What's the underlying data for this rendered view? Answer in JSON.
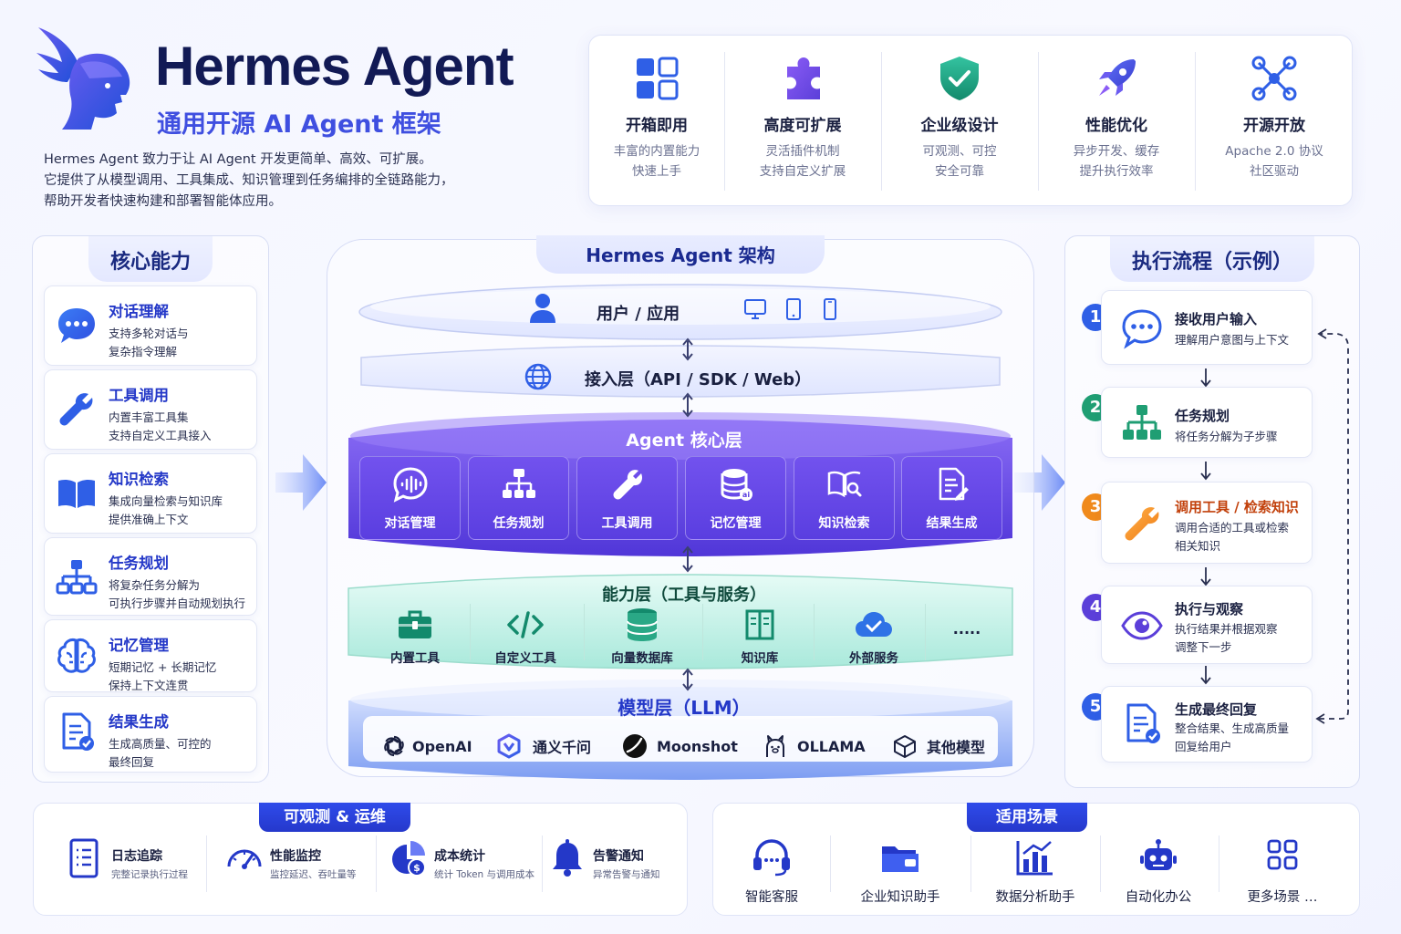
{
  "header": {
    "title": "Hermes Agent",
    "subtitle": "通用开源 AI Agent 框架",
    "intro": [
      "Hermes Agent 致力于让 AI Agent 开发更简单、高效、可扩展。",
      "它提供了从模型调用、工具集成、知识管理到任务编排的全链路能力，",
      "帮助开发者快速构建和部署智能体应用。"
    ]
  },
  "features": [
    {
      "icon": "grid-icon",
      "title": "开箱即用",
      "desc1": "丰富的内置能力",
      "desc2": "快速上手"
    },
    {
      "icon": "puzzle-icon",
      "title": "高度可扩展",
      "desc1": "灵活插件机制",
      "desc2": "支持自定义扩展"
    },
    {
      "icon": "shield-check-icon",
      "title": "企业级设计",
      "desc1": "可观测、可控",
      "desc2": "安全可靠"
    },
    {
      "icon": "rocket-icon",
      "title": "性能优化",
      "desc1": "异步开发、缓存",
      "desc2": "提升执行效率"
    },
    {
      "icon": "network-icon",
      "title": "开源开放",
      "desc1": "Apache 2.0 协议",
      "desc2": "社区驱动"
    }
  ],
  "core_capabilities": {
    "title": "核心能力",
    "items": [
      {
        "icon": "chat-bubble-icon",
        "title": "对话理解",
        "desc1": "支持多轮对话与",
        "desc2": "复杂指令理解"
      },
      {
        "icon": "wrench-icon",
        "title": "工具调用",
        "desc1": "内置丰富工具集",
        "desc2": "支持自定义工具接入"
      },
      {
        "icon": "book-icon",
        "title": "知识检索",
        "desc1": "集成向量检索与知识库",
        "desc2": "提供准确上下文"
      },
      {
        "icon": "hierarchy-icon",
        "title": "任务规划",
        "desc1": "将复杂任务分解为",
        "desc2": "可执行步骤并自动规划执行"
      },
      {
        "icon": "brain-icon",
        "title": "记忆管理",
        "desc1": "短期记忆 + 长期记忆",
        "desc2": "保持上下文连贯"
      },
      {
        "icon": "document-check-icon",
        "title": "结果生成",
        "desc1": "生成高质量、可控的",
        "desc2": "最终回复"
      }
    ]
  },
  "architecture": {
    "title": "Hermes Agent 架构",
    "user_layer": "用户 / 应用",
    "access_layer": "接入层（API / SDK / Web）",
    "core_layer": {
      "title": "Agent 核心层",
      "modules": [
        {
          "icon": "chat-wave-icon",
          "label": "对话管理"
        },
        {
          "icon": "hierarchy-icon",
          "label": "任务规划"
        },
        {
          "icon": "wrench-icon",
          "label": "工具调用"
        },
        {
          "icon": "database-icon",
          "label": "记忆管理"
        },
        {
          "icon": "book-search-icon",
          "label": "知识检索"
        },
        {
          "icon": "document-edit-icon",
          "label": "结果生成"
        }
      ]
    },
    "capability_layer": {
      "title": "能力层（工具与服务）",
      "items": [
        {
          "icon": "toolbox-icon",
          "label": "内置工具"
        },
        {
          "icon": "code-icon",
          "label": "自定义工具"
        },
        {
          "icon": "database-icon",
          "label": "向量数据库"
        },
        {
          "icon": "book-icon",
          "label": "知识库"
        },
        {
          "icon": "cloud-check-icon",
          "label": "外部服务"
        },
        {
          "icon": "ellipsis-icon",
          "label": "....."
        }
      ]
    },
    "model_layer": {
      "title": "模型层（LLM）",
      "models": [
        {
          "icon": "openai-logo-icon",
          "label": "OpenAI"
        },
        {
          "icon": "qwen-logo-icon",
          "label": "通义千问"
        },
        {
          "icon": "moonshot-logo-icon",
          "label": "Moonshot"
        },
        {
          "icon": "ollama-logo-icon",
          "label": "OLLAMA"
        },
        {
          "icon": "cube-icon",
          "label": "其他模型"
        }
      ]
    }
  },
  "execution_flow": {
    "title": "执行流程（示例）",
    "steps": [
      {
        "num": "1",
        "icon": "chat-bubble-icon",
        "title": "接收用户输入",
        "desc1": "理解用户意图与上下文",
        "desc2": "",
        "color": "#2f5fe6"
      },
      {
        "num": "2",
        "icon": "hierarchy-icon",
        "title": "任务规划",
        "desc1": "将任务分解为子步骤",
        "desc2": "",
        "color": "#1f9e73"
      },
      {
        "num": "3",
        "icon": "wrench-icon",
        "title": "调用工具 / 检索知识",
        "desc1": "调用合适的工具或检索",
        "desc2": "相关知识",
        "color": "#f08a1c"
      },
      {
        "num": "4",
        "icon": "eye-icon",
        "title": "执行与观察",
        "desc1": "执行结果并根据观察",
        "desc2": "调整下一步",
        "color": "#5b3fd9"
      },
      {
        "num": "5",
        "icon": "document-check-icon",
        "title": "生成最终回复",
        "desc1": "整合结果、生成高质量",
        "desc2": "回复给用户",
        "color": "#2f5fe6"
      }
    ]
  },
  "observability": {
    "title": "可观测 & 运维",
    "items": [
      {
        "icon": "log-document-icon",
        "title": "日志追踪",
        "desc": "完整记录执行过程"
      },
      {
        "icon": "gauge-icon",
        "title": "性能监控",
        "desc": "监控延迟、吞吐量等"
      },
      {
        "icon": "cost-chart-icon",
        "title": "成本统计",
        "desc": "统计 Token 与调用成本"
      },
      {
        "icon": "bell-icon",
        "title": "告警通知",
        "desc": "异常告警与通知"
      }
    ]
  },
  "scenarios": {
    "title": "适用场景",
    "items": [
      {
        "icon": "headset-icon",
        "label": "智能客服"
      },
      {
        "icon": "folder-icon",
        "label": "企业知识助手"
      },
      {
        "icon": "bar-chart-icon",
        "label": "数据分析助手"
      },
      {
        "icon": "robot-icon",
        "label": "自动化办公"
      },
      {
        "icon": "apps-icon",
        "label": "更多场景 …"
      }
    ]
  },
  "colors": {
    "brand": "#3f4fe0",
    "core": "#5a3ee0",
    "capability": "#5fd1bd",
    "model": "#4f7bea"
  }
}
